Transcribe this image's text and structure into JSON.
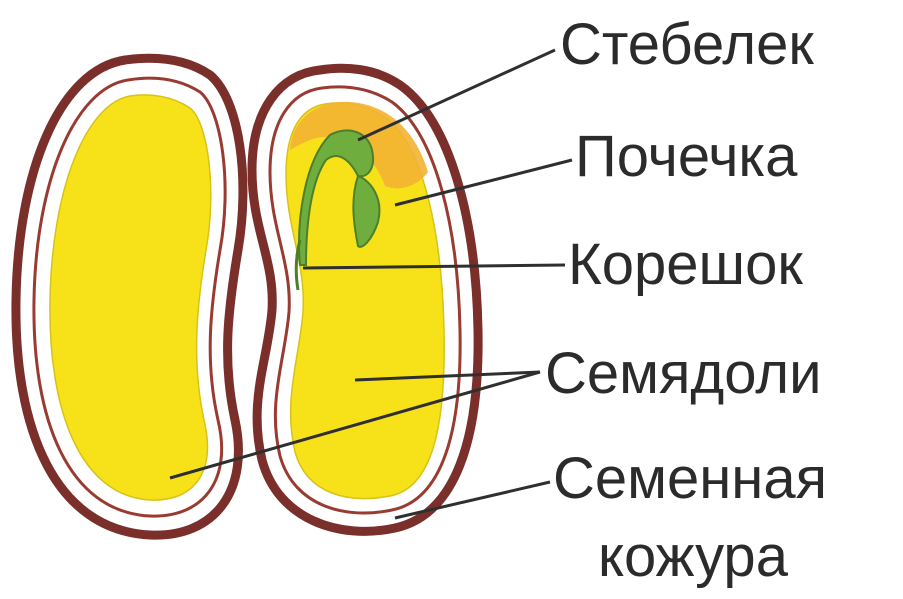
{
  "labels": {
    "stem": "Стебелек",
    "bud": "Почечка",
    "root": "Корешок",
    "cotyledons": "Семядоли",
    "seed_coat_line1": "Семенная",
    "seed_coat_line2": "кожура"
  },
  "colors": {
    "cotyledon_fill": "#f7e21a",
    "seed_coat": "#7a2f2a",
    "inner_white": "#ffffff",
    "embryo_green": "#6fae3e",
    "embryo_orange": "#f2b233",
    "leader_line": "#2f2f2f",
    "label_text": "#2b2b2b"
  }
}
